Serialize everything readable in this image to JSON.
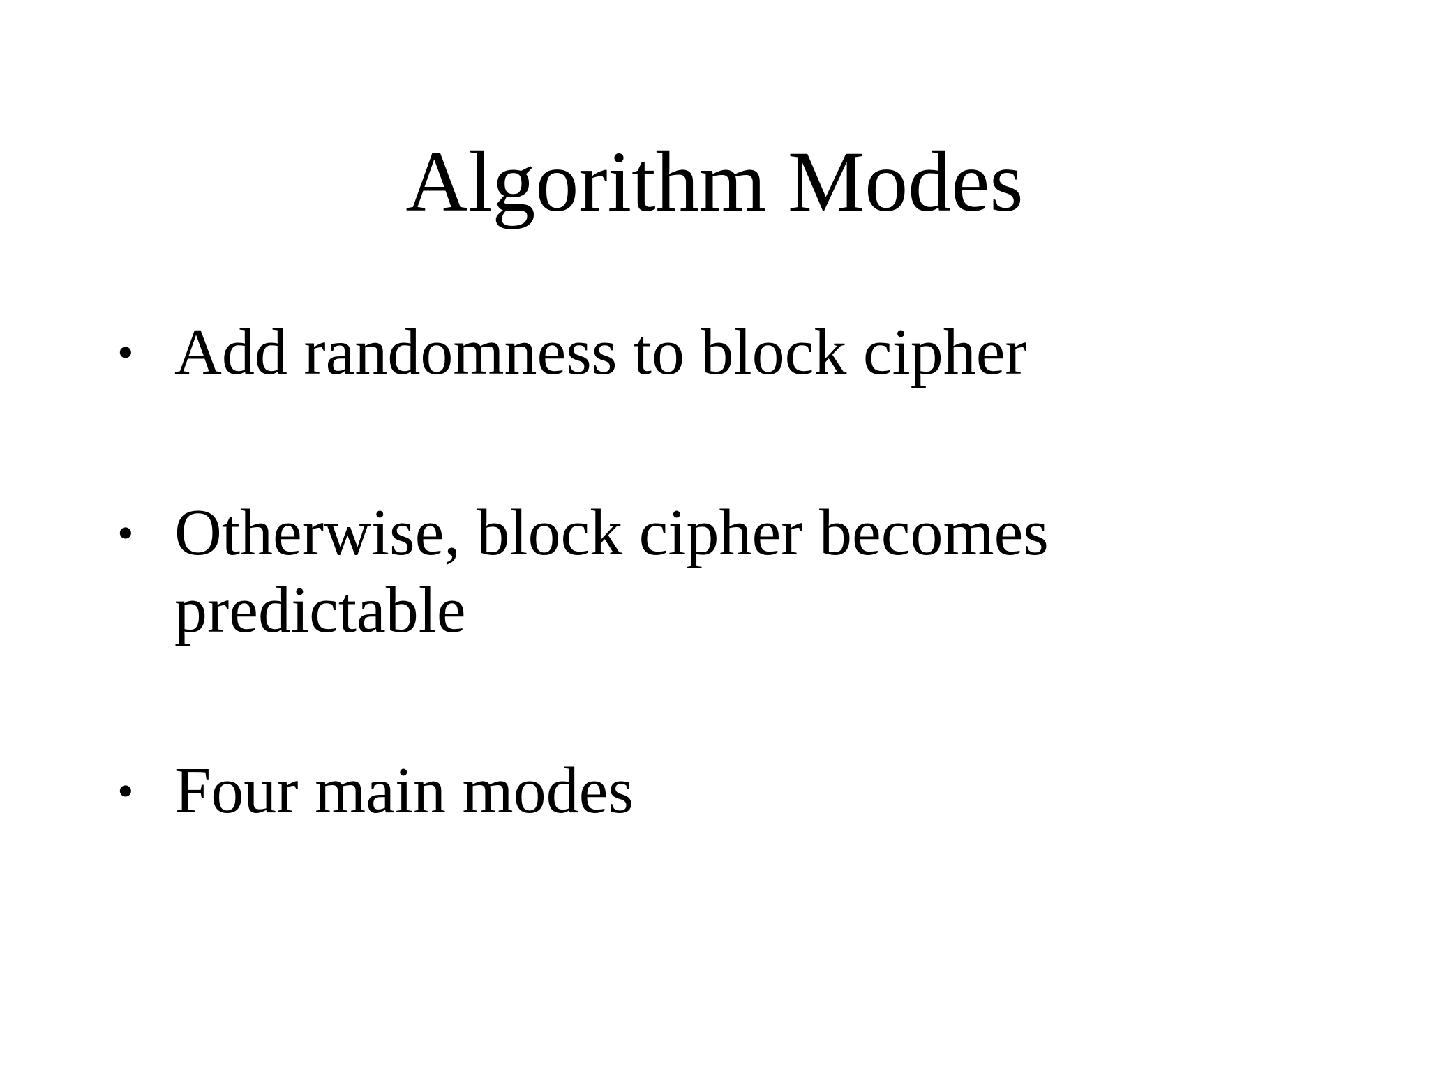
{
  "slide": {
    "title": "Algorithm Modes",
    "bullet_char": "•",
    "bullets": [
      "Add randomness to block cipher",
      "Otherwise, block cipher becomes predictable",
      "Four main modes"
    ],
    "colors": {
      "background": "#ffffff",
      "text": "#000000"
    }
  }
}
